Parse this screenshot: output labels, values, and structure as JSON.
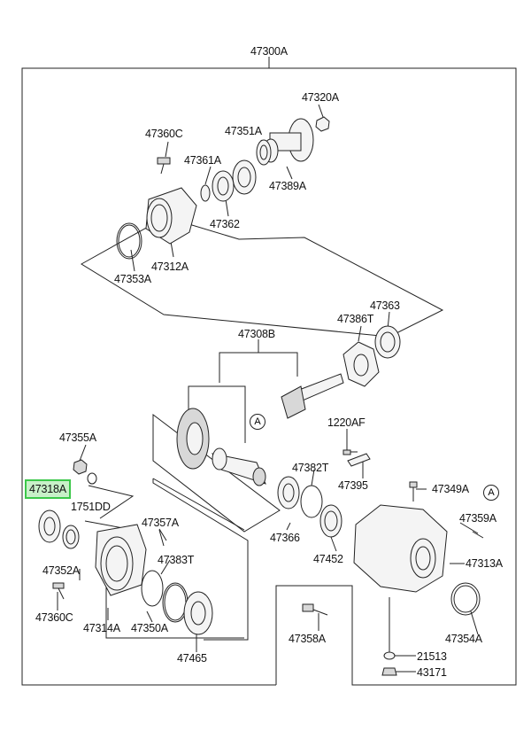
{
  "assembly": {
    "label": "47300A"
  },
  "parts": {
    "p47320A": "47320A",
    "p47360C_top": "47360C",
    "p47351A": "47351A",
    "p47361A": "47361A",
    "p47389A": "47389A",
    "p47362": "47362",
    "p47312A": "47312A",
    "p47353A": "47353A",
    "p47363": "47363",
    "p47386T": "47386T",
    "p47308B": "47308B",
    "p1220AF": "1220AF",
    "p47355A": "47355A",
    "p47382T": "47382T",
    "p47318A": "47318A",
    "p1751DD": "1751DD",
    "p47395": "47395",
    "p47349A": "47349A",
    "p47357A": "47357A",
    "p47359A": "47359A",
    "p47366": "47366",
    "p47452": "47452",
    "p47352A": "47352A",
    "p47383T": "47383T",
    "p47313A": "47313A",
    "p47360C_bot": "47360C",
    "p47314A": "47314A",
    "p47350A": "47350A",
    "p47358A": "47358A",
    "p47354A": "47354A",
    "p47465": "47465",
    "p21513": "21513",
    "p43171": "43171"
  },
  "refs": {
    "a1": "A",
    "a2": "A"
  },
  "highlight_color": "#3cc84a"
}
